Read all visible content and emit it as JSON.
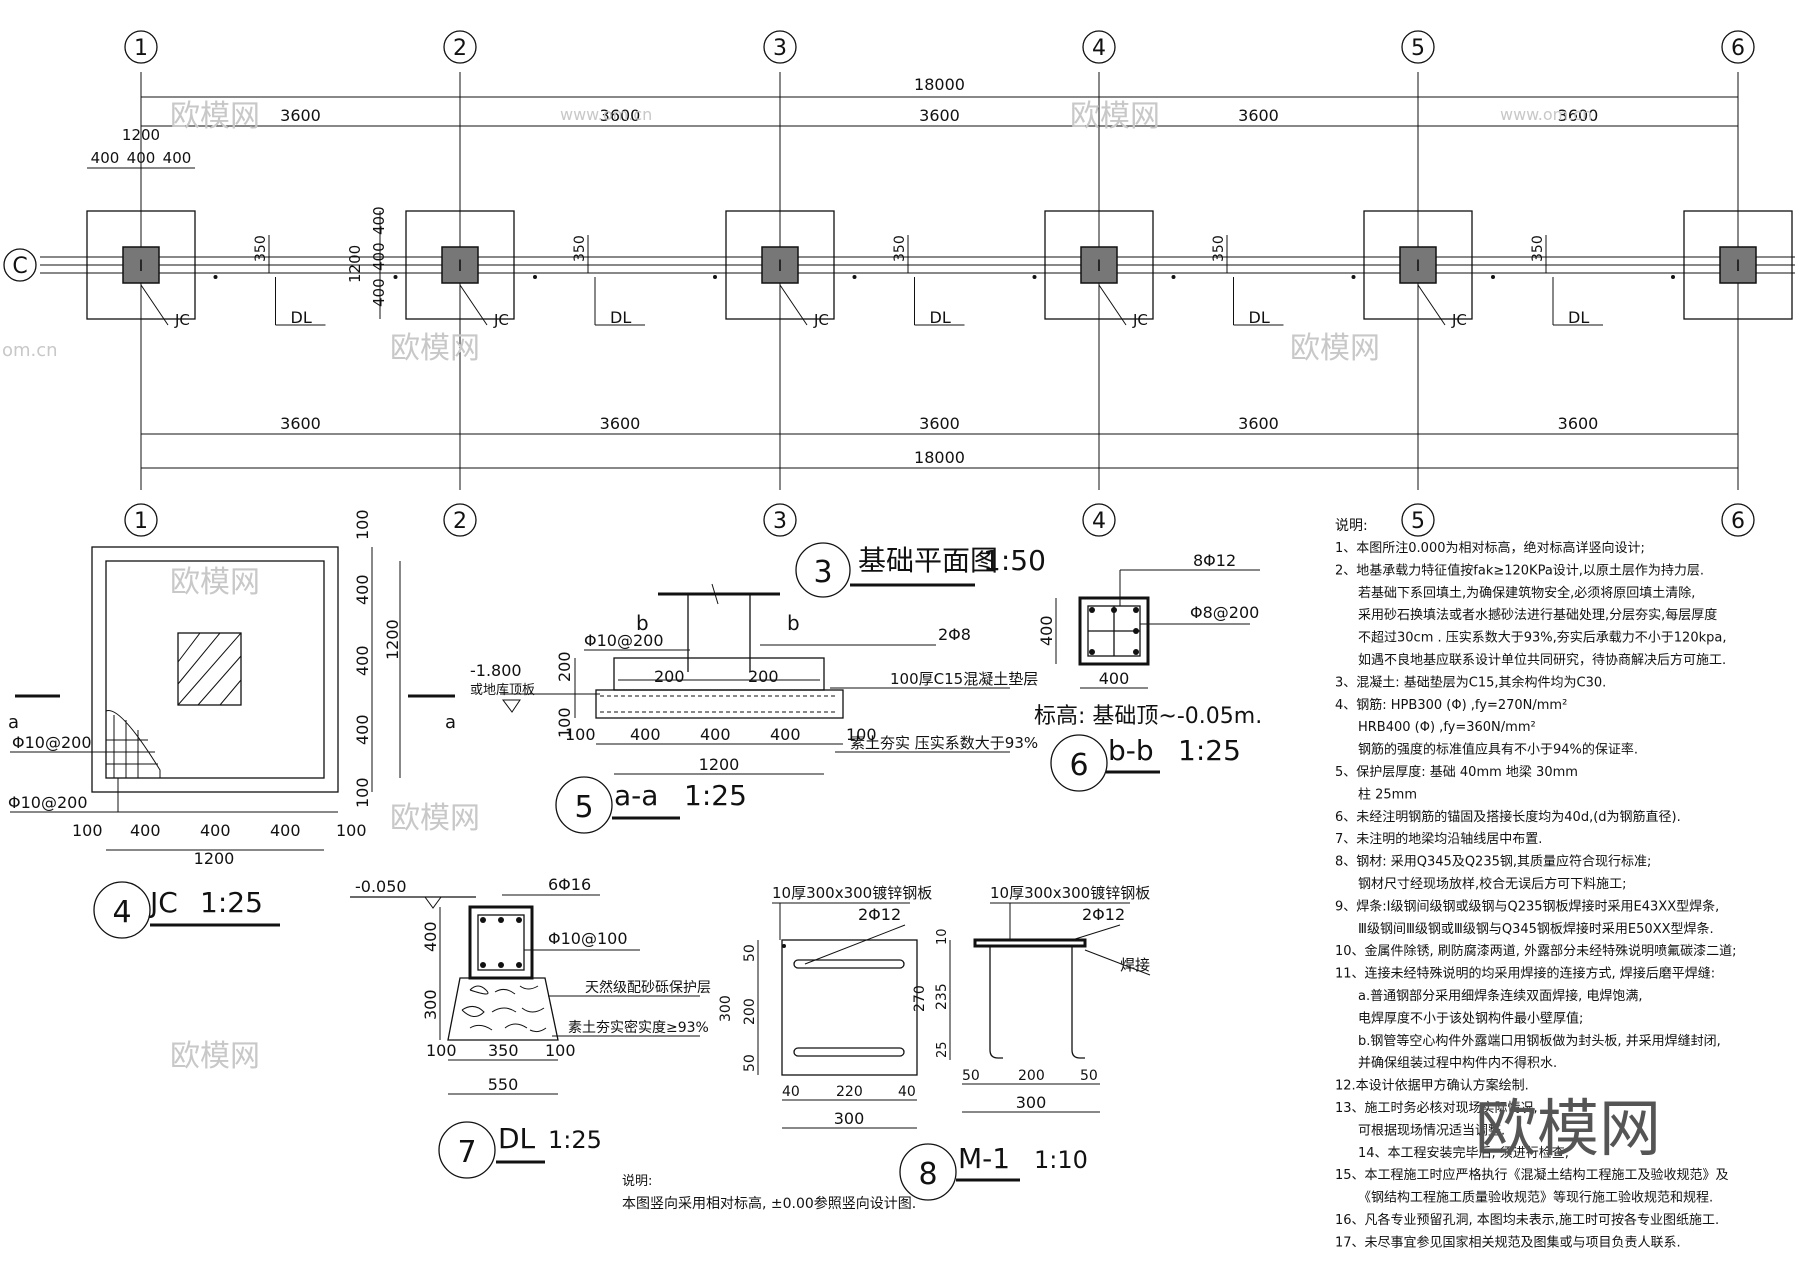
{
  "plan": {
    "axes": [
      "1",
      "2",
      "3",
      "4",
      "5",
      "6"
    ],
    "row_axis": "C",
    "total": "18000",
    "bay": "3600",
    "jc_label": "JC",
    "dl_label": "DL",
    "dim_400": "400",
    "dim_1200": "1200",
    "dim_350": "350",
    "title_num": "3",
    "title": "基础平面图",
    "title_scale": "1:50"
  },
  "jc": {
    "num": "4",
    "title": "JC",
    "scale": "1:25",
    "d100": "100",
    "d400": "400",
    "d1200": "1200",
    "rebar1": "Φ10@200",
    "rebar2": "Φ10@200",
    "cut": "a"
  },
  "aa": {
    "num": "5",
    "title": "a-a",
    "scale": "1:25",
    "b": "b",
    "rebar_top": "Φ10@200",
    "rebar_2": "2Φ8",
    "elev": "-1.800",
    "elev_note": "或地库顶板",
    "pad": "100厚C15混凝土垫层",
    "soil": "素土夯实  压实系数大于93%",
    "d200": "200",
    "d100": "100",
    "d400": "400",
    "d1200": "1200"
  },
  "bb": {
    "num": "6",
    "title": "b-b",
    "scale": "1:25",
    "bars": "8Φ12",
    "stirrup": "Φ8@200",
    "d400": "400",
    "elev_text": "标高: 基础顶~-0.05m."
  },
  "dl": {
    "num": "7",
    "title": "DL",
    "scale": "1:25",
    "elev": "-0.050",
    "bars": "6Φ16",
    "stirrup": "Φ10@100",
    "gravel": "天然级配砂砾保护层",
    "soil": "素土夯实密实度≥93%",
    "d400": "400",
    "d300": "300",
    "d100": "100",
    "d350": "350",
    "d550": "550"
  },
  "m1": {
    "num": "8",
    "title": "M-1",
    "scale": "1:10",
    "plate": "10厚300x300镀锌钢板",
    "bars": "2Φ12",
    "weld": "焊接",
    "d50": "50",
    "d200": "200",
    "d300": "300",
    "d40": "40",
    "d220": "220",
    "d10": "10",
    "d235": "235",
    "d270": "270",
    "d25": "25"
  },
  "bottom_note": {
    "title": "说明:",
    "text": "本图竖向采用相对标高, ±0.00参照竖向设计图."
  },
  "notes": {
    "title": "说明:",
    "lines": [
      "1、本图所注0.000为相对标高，绝对标高详竖向设计;",
      "2、地基承载力特征值按fak≥120KPa设计,以原土层作为持力层.",
      "若基础下系回填土,为确保建筑物安全,必须将原回填土清除,",
      "采用砂石换填法或者水撼砂法进行基础处理,分层夯实,每层厚度",
      "不超过30cm . 压实系数大于93%,夯实后承载力不小于120kpa,",
      "如遇不良地基应联系设计单位共同研究，待协商解决后方可施工.",
      "3、混凝土: 基础垫层为C15,其余构件均为C30.",
      "4、钢筋: HPB300 (Φ) ,fy=270N/mm²",
      "HRB400 (Φ) ,fy=360N/mm²",
      "钢筋的强度的标准值应具有不小于94%的保证率.",
      "5、保护层厚度: 基础 40mm   地梁 30mm",
      "柱 25mm",
      "6、未经注明钢筋的锚固及搭接长度均为40d,(d为钢筋直径).",
      "7、未注明的地梁均沿轴线居中布置.",
      "8、钢材: 采用Q345及Q235钢,其质量应符合现行标准;",
      "钢材尺寸经现场放样,校合无误后方可下料施工;",
      "9、焊条:Ⅰ级钢间级钢或级钢与Q235钢板焊接时采用E43XX型焊条,",
      "Ⅲ级钢间Ⅲ级钢或Ⅲ级钢与Q345钢板焊接时采用E50XX型焊条.",
      "10、金属件除锈, 刷防腐漆两道, 外露部分未经特殊说明喷氟碳漆二道;",
      "11、连接未经特殊说明的均采用焊接的连接方式, 焊接后磨平焊缝:",
      "a.普通钢部分采用细焊条连续双面焊接, 电焊饱满,",
      "电焊厚度不小于该处钢构件最小壁厚值;",
      "b.钢管等空心构件外露端口用钢板做为封头板, 并采用焊缝封闭,",
      "并确保组装过程中构件内不得积水.",
      "12.本设计依据甲方确认方案绘制.",
      "13、施工时务必核对现场实际情况,",
      "可根据现场情况适当调整.",
      "14、本工程安装完毕后, 须进行检查,",
      "15、本工程施工时应严格执行《混凝土结构工程施工及验收规范》及",
      "《钢结构工程施工质量验收规范》等现行施工验收规范和规程.",
      "16、凡各专业预留孔洞, 本图均未表示,施工时可按各专业图纸施工.",
      "17、未尽事宜参见国家相关规范及图集或与项目负责人联系."
    ]
  },
  "watermark": {
    "logo": "欧模网",
    "site": "www.om.cn",
    "site_short": "om.cn"
  }
}
